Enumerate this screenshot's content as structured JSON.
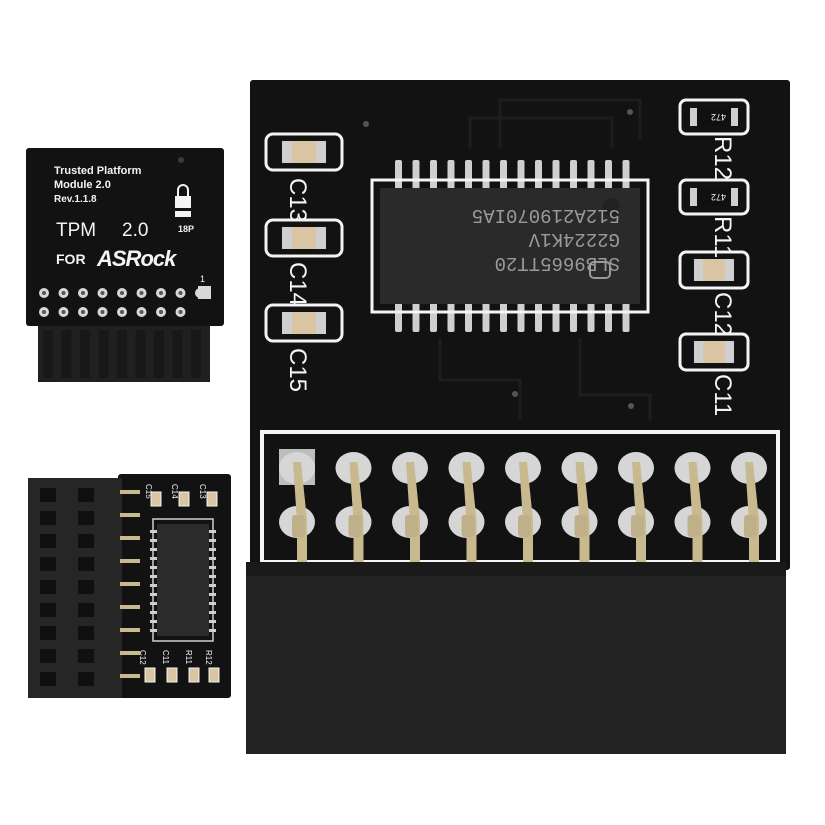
{
  "colors": {
    "pcb": "#121212",
    "connector": "#232323",
    "silkscreen": "#f4f4f4",
    "gold": "#c9b98e",
    "solder": "#cfcfcf",
    "resistor_body": "#101010",
    "capacitor_body": "#d9c5a3",
    "chip_body": "#2a2a2a"
  },
  "front_board": {
    "line1": "Trusted Platform",
    "line2": "Module 2.0",
    "rev": "Rev.1.1.8",
    "tpm": "TPM",
    "version": "2.0",
    "for": "FOR",
    "brand": "ASRock",
    "pin_count": "18P",
    "pin_one": "1"
  },
  "back_board": {
    "labels": {
      "c13": "C13",
      "c14": "C14",
      "c15": "C15",
      "r12": "R12",
      "r11": "R11",
      "c12": "C12",
      "c11": "C11",
      "r12_value": "472",
      "r11_value": "472"
    },
    "chip": {
      "line1": "SLB9665TT20",
      "line2": "G2224K1V",
      "line3": "512A219070IA5"
    }
  },
  "bottom_board": {
    "labels": {
      "c15": "C15",
      "c14": "C14",
      "c13": "C13",
      "c12": "C12",
      "c11": "C11",
      "r11": "R11",
      "r12": "R12"
    }
  }
}
